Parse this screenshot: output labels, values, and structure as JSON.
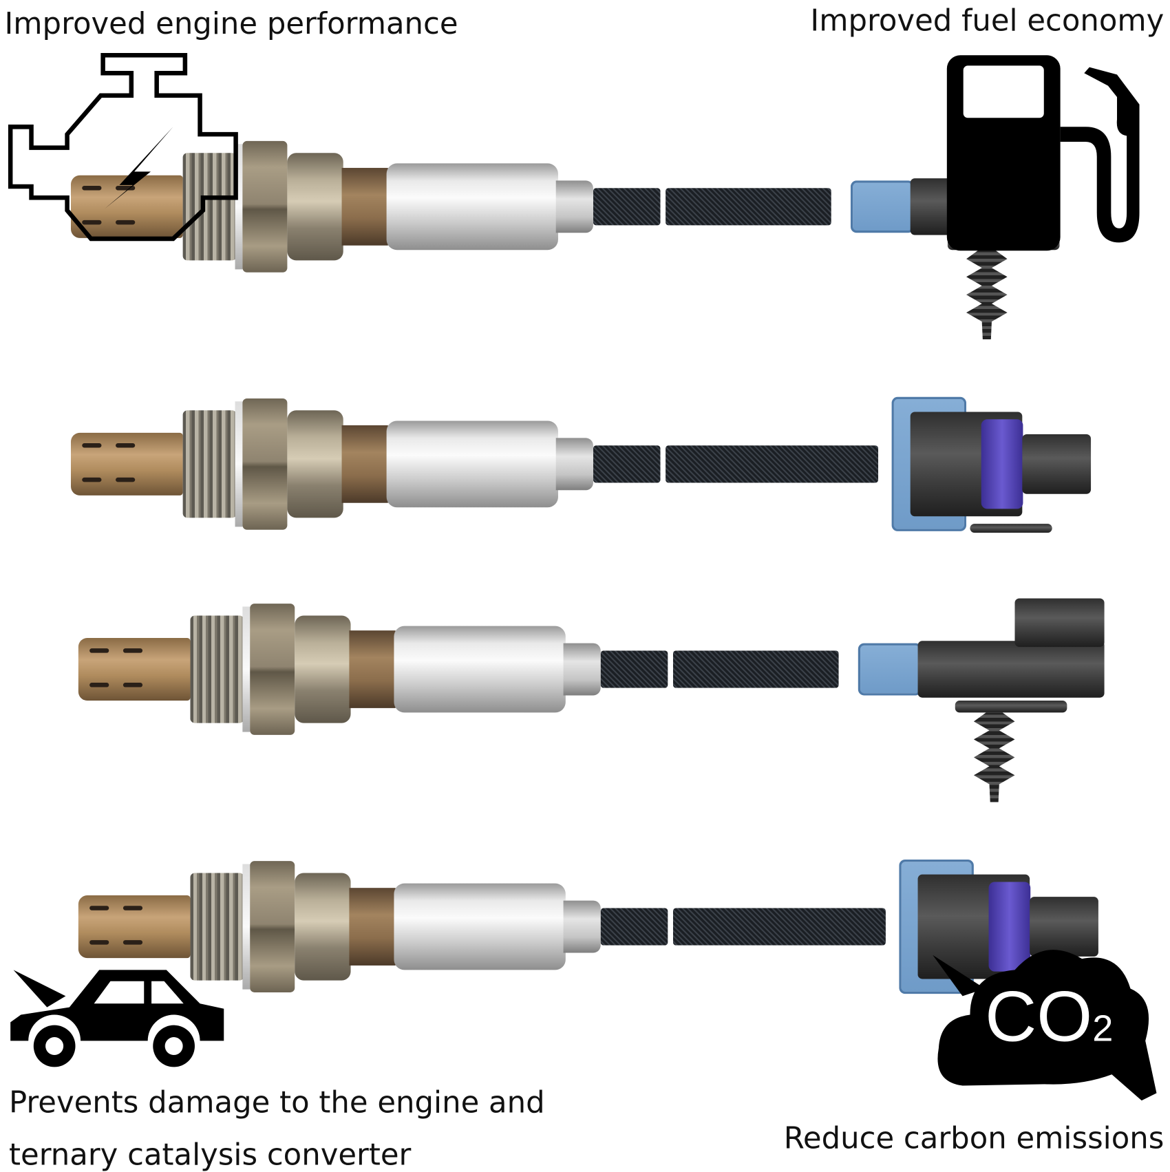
{
  "captions": {
    "top_left": "Improved engine performance",
    "top_right": "Improved fuel economy",
    "bottom_left_line1": "Prevents damage to the engine and",
    "bottom_left_line2": "ternary catalysis converter",
    "bottom_right": "Reduce carbon emissions"
  },
  "co2_label": "CO",
  "co2_subscript": "2",
  "sensors": [
    {
      "connector": "blue-latch-with-clip"
    },
    {
      "connector": "square-with-purple-seal"
    },
    {
      "connector": "blue-latch-with-clip"
    },
    {
      "connector": "square-with-purple-seal"
    }
  ]
}
